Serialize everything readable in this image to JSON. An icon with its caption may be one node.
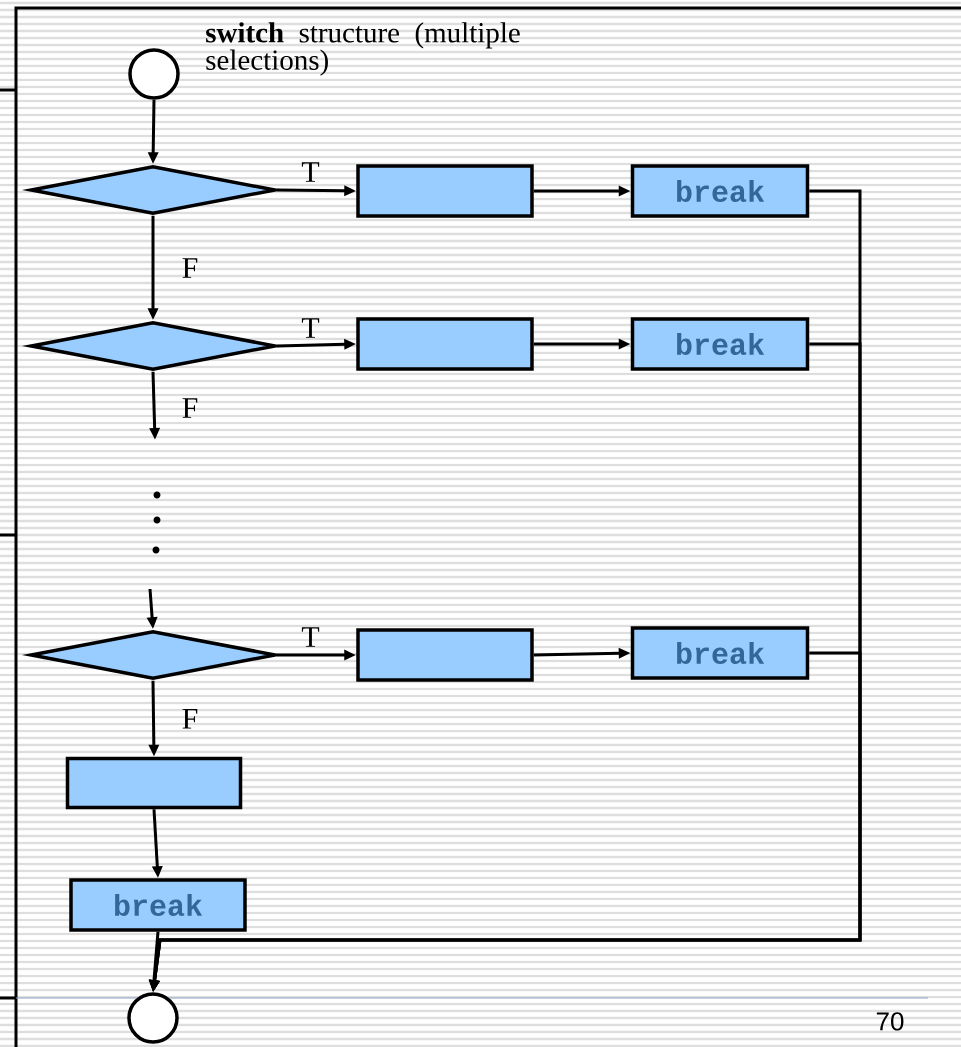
{
  "diagram": {
    "title": "**switch** structure (multiple selections)",
    "nodes": [
      {
        "text": [],
        "shape": "circle"
      },
      {
        "text": [],
        "shape": "diamond"
      },
      {
        "text": [],
        "shape": "box"
      },
      {
        "text": [
          "break"
        ]
      },
      {
        "text": [],
        "shape": "diamond"
      },
      {
        "text": [],
        "shape": "box"
      },
      {
        "text": [
          "break"
        ]
      },
      {
        "text": [],
        "shape": "diamond"
      },
      {
        "text": [],
        "shape": "box"
      },
      {
        "text": [
          "break"
        ]
      },
      {
        "text": [],
        "shape": "box"
      },
      {
        "text": [
          "break"
        ]
      },
      {
        "text": [],
        "shape": "circle"
      }
    ],
    "edges": [
      {
        "from": 0,
        "to": 1,
        "arrow": "to"
      },
      {
        "from": 1,
        "to": 2,
        "arrow": "to",
        "label": "T"
      },
      {
        "from": 2,
        "to": 3,
        "arrow": "to"
      },
      {
        "from": 1,
        "to": 4,
        "arrow": "to",
        "label": "F"
      },
      {
        "from": 4,
        "to": 5,
        "arrow": "to",
        "label": "T"
      },
      {
        "from": 5,
        "to": 6,
        "arrow": "to"
      },
      {
        "from": 4,
        "to": null,
        "arrow": "to",
        "label": "F"
      },
      {
        "from": null,
        "to": 7,
        "arrow": "to"
      },
      {
        "from": 7,
        "to": 8,
        "arrow": "to",
        "label": "T"
      },
      {
        "from": 8,
        "to": 9,
        "arrow": "to"
      },
      {
        "from": 7,
        "to": 10,
        "arrow": "to",
        "label": "F"
      },
      {
        "from": 10,
        "to": 11,
        "arrow": "to"
      },
      {
        "from": 3,
        "to": 12,
        "arrow": "to"
      },
      {
        "from": 6,
        "to": 12,
        "arrow": "to"
      },
      {
        "from": 9,
        "to": 12,
        "arrow": "to"
      },
      {
        "from": 11,
        "to": 12,
        "arrow": "to"
      }
    ],
    "labels": [
      "70"
    ]
  }
}
